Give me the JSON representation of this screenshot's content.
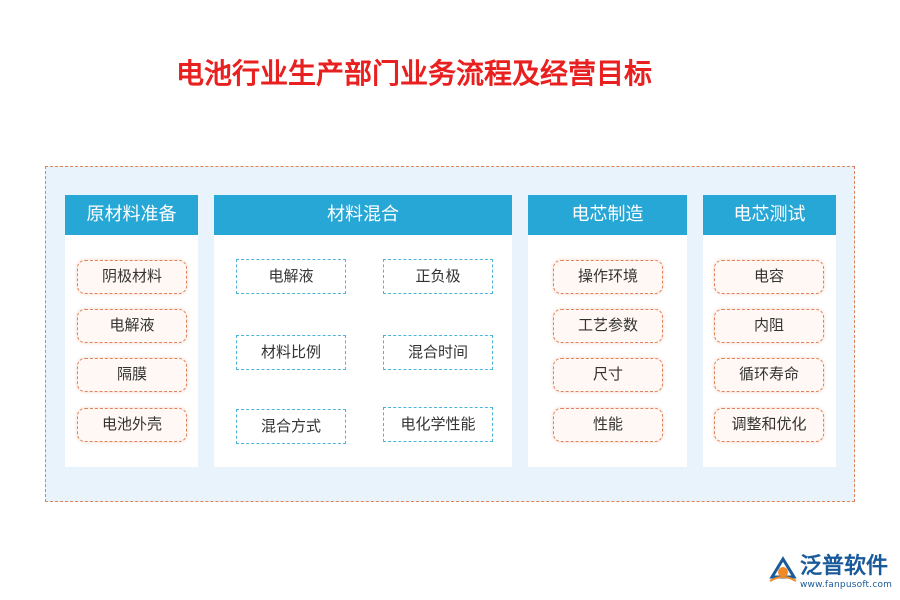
{
  "title": "电池行业生产部门业务流程及经营目标",
  "columns": [
    {
      "header": "原材料准备",
      "items": [
        "阴极材料",
        "电解液",
        "隔膜",
        "电池外壳"
      ]
    },
    {
      "header": "材料混合",
      "items": [
        "电解液",
        "正负极",
        "材料比例",
        "混合时间",
        "混合方式",
        "电化学性能"
      ]
    },
    {
      "header": "电芯制造",
      "items": [
        "操作环境",
        "工艺参数",
        "尺寸",
        "性能"
      ]
    },
    {
      "header": "电芯测试",
      "items": [
        "电容",
        "内阻",
        "循环寿命",
        "调整和优化"
      ]
    }
  ],
  "logo": {
    "name": "泛普软件",
    "url": "www.fanpusoft.com"
  },
  "colors": {
    "title": "#e8201f",
    "header_bg": "#26a7d6",
    "frame_bg": "#e9f3fb",
    "accent_border": "#e0825a",
    "box_border": "#4fb3da",
    "logo": "#1a5a9a"
  },
  "icons": [
    "fanpu-logo-icon"
  ]
}
